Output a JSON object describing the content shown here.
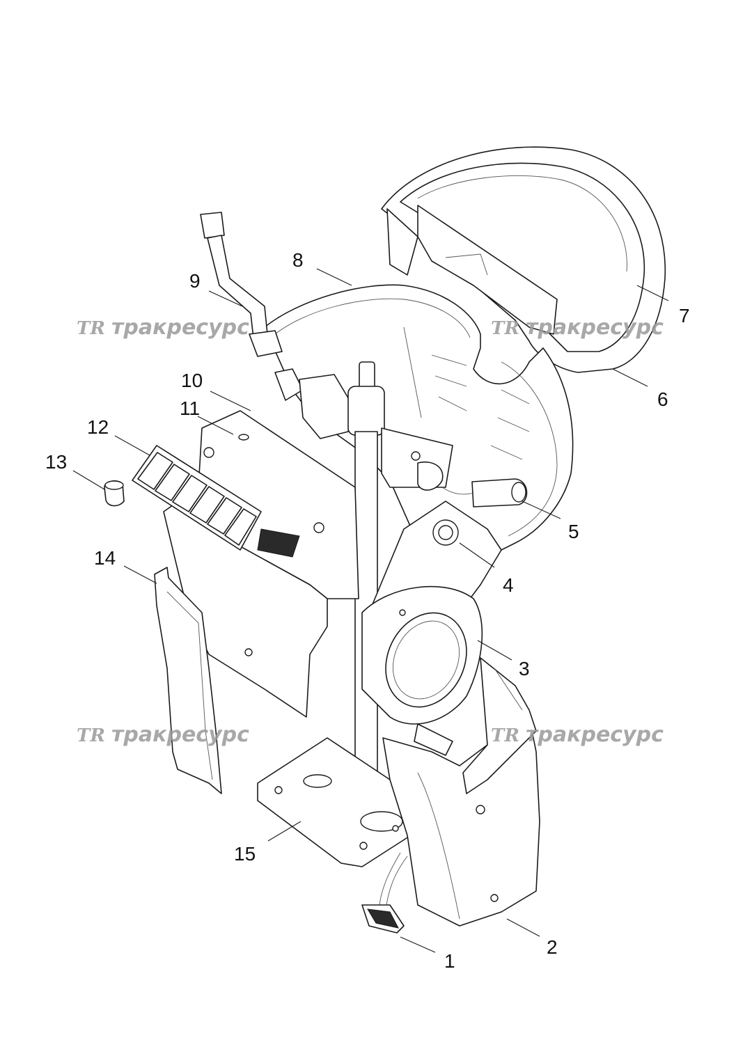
{
  "watermark": {
    "logo": "TR",
    "text": "тракресурс"
  },
  "callouts": [
    "1",
    "2",
    "3",
    "4",
    "5",
    "6",
    "7",
    "8",
    "9",
    "10",
    "11",
    "12",
    "13",
    "14",
    "15"
  ]
}
